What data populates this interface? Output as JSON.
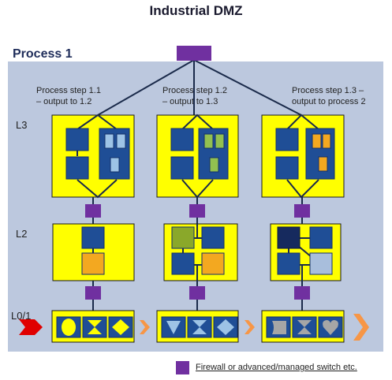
{
  "title": "Industrial DMZ",
  "process_label": "Process 1",
  "steps": [
    {
      "line1": "Process step 1.1",
      "line2": "– output to 1.2"
    },
    {
      "line1": "Process step 1.2",
      "line2": "– output to 1.3"
    },
    {
      "line1": "Process step 1.3 –",
      "line2": "output to process 2"
    }
  ],
  "levels": {
    "l3": "L3",
    "l2": "L2",
    "l01": "L0/1"
  },
  "legend": "Firewall or advanced/managed switch etc.",
  "colors": {
    "panel": "#bcc8de",
    "zone": "#ffff00",
    "firewall": "#7030a0",
    "device": "#1f4e96",
    "accent_orange": "#f3a820",
    "accent_green": "#92c050",
    "arrow_red": "#e00000",
    "arrow_orange": "#f79646"
  }
}
